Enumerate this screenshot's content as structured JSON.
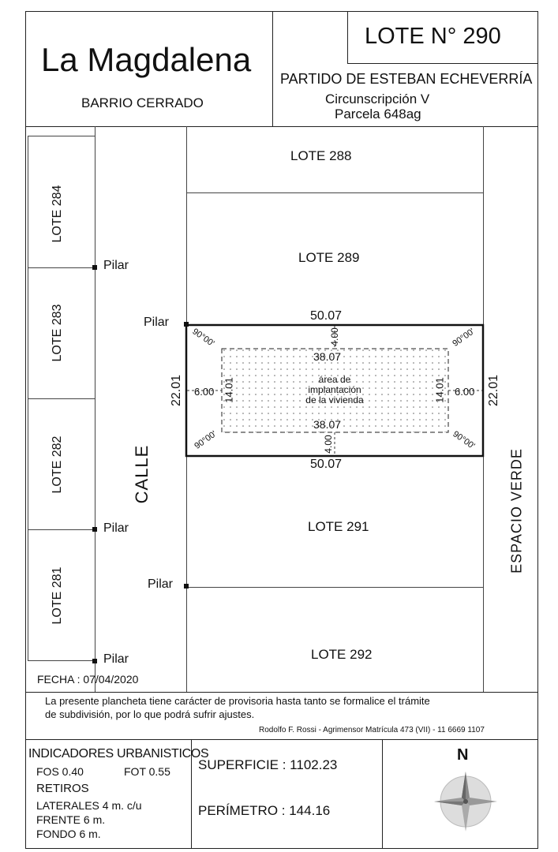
{
  "header": {
    "title": "La Magdalena",
    "subtitle": "BARRIO CERRADO",
    "lote": "LOTE N°  290",
    "partido": "PARTIDO DE ESTEBAN ECHEVERRÍA",
    "circunscripcion": "Circunscripción  V",
    "parcela": "Parcela  648ag"
  },
  "plan": {
    "lots_left": [
      "LOTE 284",
      "LOTE 283",
      "LOTE 282",
      "LOTE 281"
    ],
    "lots_right": [
      "LOTE 288",
      "LOTE 289",
      "LOTE 291",
      "LOTE 292"
    ],
    "pilar": "Pilar",
    "calle": "CALLE",
    "espacio_verde": "ESPACIO VERDE",
    "fecha": "FECHA : 07/04/2020"
  },
  "lot": {
    "front_top": "50.07",
    "front_bottom": "50.07",
    "side_left": "22.01",
    "side_right": "22.01",
    "angle": "90°00'",
    "inner_width_top": "38.07",
    "inner_width_bottom": "38.07",
    "setback_front": "4.00",
    "setback_back": "4.00",
    "setback_left": "6.00",
    "setback_right": "6.00",
    "inner_height_left": "14.01",
    "inner_height_right": "14.01",
    "area_label_1": "área  de",
    "area_label_2": "implantación",
    "area_label_3": "de  la  vivienda"
  },
  "note": {
    "line1": "La presente plancheta tiene carácter de provisoria hasta tanto se formalice el trámite",
    "line2": "de subdivisión, por lo que podrá sufrir ajustes.",
    "signature": "Rodolfo F. Rossi - Agrimensor   Matrícula 473 (VII) - 11 6669 1107"
  },
  "indicators": {
    "title": "INDICADORES URBANISTICOS",
    "fos": "FOS 0.40",
    "fot": "FOT 0.55",
    "retiros": "RETIROS",
    "laterales": "LATERALES 4 m. c/u",
    "frente": "FRENTE 6 m.",
    "fondo": "FONDO 6 m."
  },
  "summary": {
    "superficie": "SUPERFICIE :  1102.23",
    "perimetro": "PERÍMETRO :  144.16"
  },
  "compass": {
    "north": "N",
    "icon": "compass-rose-icon"
  }
}
